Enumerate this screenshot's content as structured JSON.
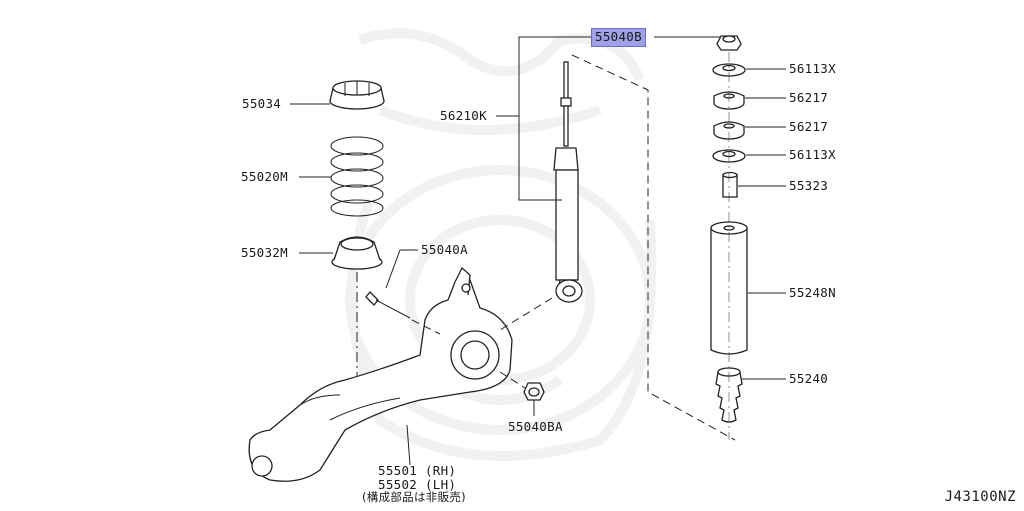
{
  "parts": {
    "p55034": "55034",
    "p55020M": "55020M",
    "p55032M": "55032M",
    "p56210K": "56210K",
    "p55040B": "55040B",
    "p55040A": "55040A",
    "p55040BA": "55040BA",
    "p56113X_top": "56113X",
    "p56217_a": "56217",
    "p56217_b": "56217",
    "p56113X_bot": "56113X",
    "p55323": "55323",
    "p55248N": "55248N",
    "p55240": "55240",
    "p55501": "55501 (RH)",
    "p55502": "55502 (LH)",
    "note_jp": "(構成部品は非販売)"
  },
  "diagram_code": "J43100NZ",
  "colors": {
    "highlight": "#9ea0e8",
    "line": "#222222",
    "watermark": "#e6e6e6"
  }
}
